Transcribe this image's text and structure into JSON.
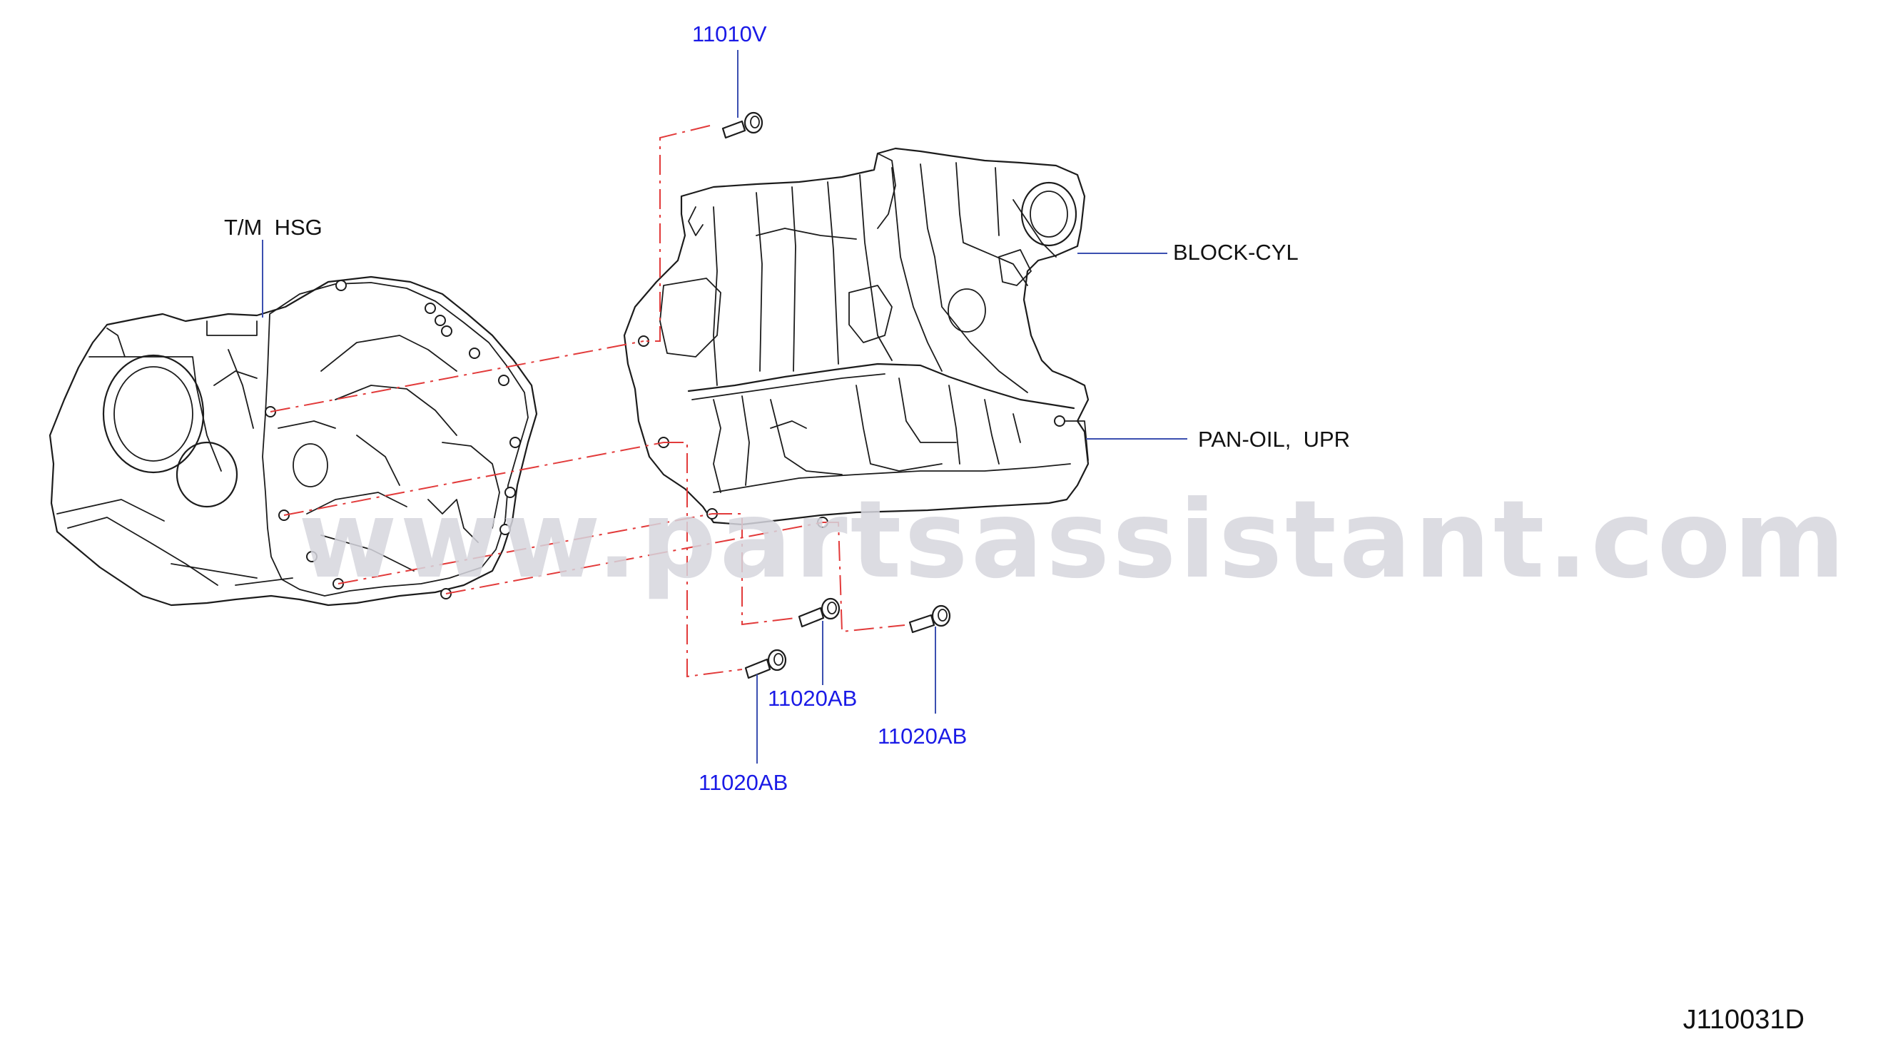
{
  "diagram": {
    "labels": {
      "tm_hsg": "T/M  HSG",
      "block_cyl": "BLOCK-CYL",
      "pan_oil_upr": "PAN-OIL,  UPR",
      "part_11010v": "11010V",
      "part_11020ab_a": "11020AB",
      "part_11020ab_b": "11020AB",
      "part_11020ab_c": "11020AB"
    },
    "watermark": "www.partsassistant.com",
    "diagram_code": "J110031D",
    "colors": {
      "part_number": "#1a1ae6",
      "leader_line": "#3b4fb0",
      "phantom_line": "#e23a3a",
      "outline": "#1c1c1c",
      "watermark": "#d6d6de"
    }
  }
}
